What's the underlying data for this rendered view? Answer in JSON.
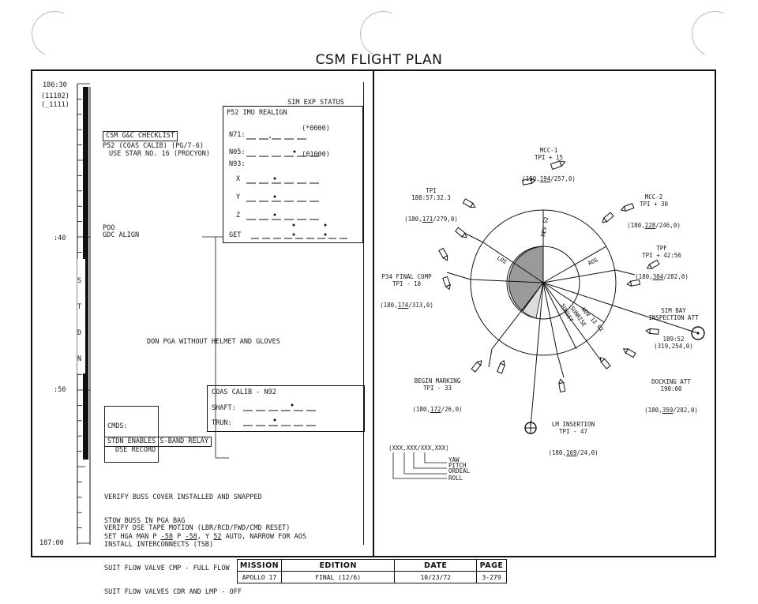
{
  "header": {
    "title": "CSM FLIGHT PLAN"
  },
  "timeline": {
    "time_start": "186:30",
    "code_1": "(11102)",
    "code_2": "(_1111)",
    "time_40": ":40",
    "time_50": ":50",
    "time_end": "187:00",
    "station": [
      "S",
      "T",
      "D",
      "N"
    ]
  },
  "sim_exp": {
    "title": "SIM EXP STATUS",
    "line1": "(*0000)",
    "line2": "(01000)"
  },
  "checklist": {
    "label": "CSM G&C CHECKLIST",
    "p52_line1": "P52 (COAS CALIB) (PG/7-6)",
    "p52_line2": "USE STAR NO. 16 (PROCYON)"
  },
  "poo": {
    "line1": "POO",
    "line2": "GDC ALIGN"
  },
  "p52_box": {
    "title": "P52 IMU REALIGN",
    "n71": "N71:",
    "n05": "N05:",
    "n93": "N93:",
    "x": "X",
    "y": "Y",
    "z": "Z",
    "get": "GET"
  },
  "don_pga": "DON PGA WITHOUT HELMET AND GLOVES",
  "coas_box": {
    "title": "COAS CALIB - N92",
    "shaft": "SHAFT:",
    "trun": "TRUN:"
  },
  "cmds": {
    "line1": "CMDS:",
    "line2": "DSE RECORD"
  },
  "ston": "STDN ENABLES S-BAND RELAY",
  "procedures": [
    "VERIFY BUSS COVER INSTALLED AND SNAPPED",
    "STOW BUSS IN PGA BAG",
    "INSTALL INTERCONNECTS (TSB)",
    "SUIT FLOW VALVE CMP - FULL FLOW",
    "SUIT FLOW VALVES CDR AND LMP - OFF"
  ],
  "dse_verify": "VERIFY DSE TAPE MOTION (LBR/RCD/FWD/CMD RESET)",
  "hga": {
    "prefix": "SET HGA MAN P ",
    "v1": "-58",
    "mid1": " P ",
    "v2": "-58",
    "mid2": ", Y ",
    "v3": "52",
    "suffix": " AUTO, NARROW FOR AOS"
  },
  "diagram": {
    "orbit_labels": {
      "rev": "REV 52",
      "los": "LOS",
      "aos": "AOS",
      "sunset": "SUNSET",
      "sunrise": "SUNRISE",
      "nov": "NOV 12 02"
    },
    "mcc1": {
      "name": "MCC-1",
      "tpi": "TPI + 15",
      "att_pre": "(180,",
      "att_mid": "194",
      "att_post": "/257,0)"
    },
    "tpi": {
      "name": "TPI",
      "time": "188:57:32.3",
      "att_pre": "(180,",
      "att_mid": "171",
      "att_post": "/279,0)"
    },
    "mcc2": {
      "name": "MCC-2",
      "tpi": "TPI + 30",
      "att_pre": "(180,",
      "att_mid": "228",
      "att_post": "/246,0)"
    },
    "tpf": {
      "name": "TPF",
      "tpi": "TPI + 42:56",
      "att_pre": "(180,",
      "att_mid": "304",
      "att_post": "/282,0)"
    },
    "p34": {
      "name": "P34 FINAL COMP",
      "tpi": "TPI - 10",
      "att_pre": "(180,",
      "att_mid": "174",
      "att_post": "/313,0)"
    },
    "sim_bay": {
      "line1": "SIM BAY",
      "line2": "INSPECTION ATT",
      "time": "189:52",
      "att": "(319,254,0)"
    },
    "docking": {
      "name": "DOCKING ATT",
      "time": "190:00",
      "att_pre": "(180,",
      "att_mid": "359",
      "att_post": "/282,0)"
    },
    "marking": {
      "name": "BEGIN MARKING",
      "tpi": "TPI - 33",
      "att_pre": "(180,",
      "att_mid": "172",
      "att_post": "/26,0)"
    },
    "lm_ins": {
      "name": "LM INSERTION",
      "tpi": "TPI - 47",
      "att_pre": "(180,",
      "att_mid": "169",
      "att_post": "/24,0)"
    },
    "legend": {
      "format": "(XXX,XXX/XXX,XXX)",
      "yaw": "YAW",
      "pitch": "PITCH",
      "ordeal": "ORDEAL",
      "roll": "ROLL"
    }
  },
  "footer": {
    "mission_hdr": "MISSION",
    "edition_hdr": "EDITION",
    "date_hdr": "DATE",
    "page_hdr": "PAGE",
    "mission": "APOLLO 17",
    "edition": "FINAL (12/6)",
    "date": "10/23/72",
    "page": "3-279"
  }
}
